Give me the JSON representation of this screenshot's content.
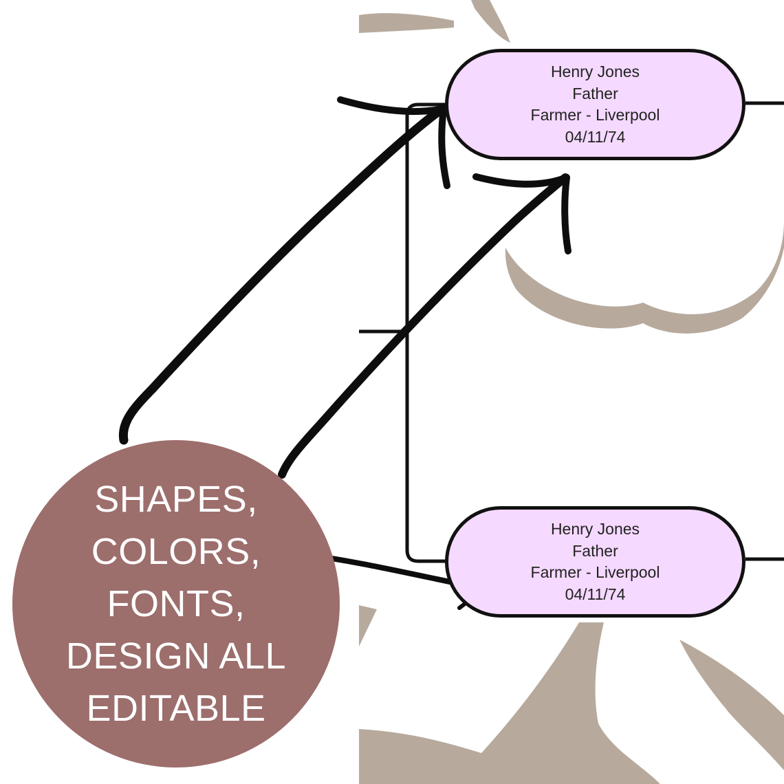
{
  "colors": {
    "background": "#ffffff",
    "node_fill": "#f5d9ff",
    "node_border": "#111111",
    "badge_fill": "#9c6e6c",
    "badge_text": "#ffffff",
    "ornament": "#b7aa9d",
    "line": "#111111",
    "arrow": "#0d0d0d"
  },
  "nodes": [
    {
      "lines": [
        "Henry Jones",
        "Father",
        "Farmer - Liverpool",
        "04/11/74"
      ]
    },
    {
      "lines": [
        "Henry Jones",
        "Father",
        "Farmer - Liverpool",
        "04/11/74"
      ]
    }
  ],
  "badge": {
    "lines": [
      "SHAPES,",
      "COLORS,",
      "FONTS,",
      "DESIGN ALL",
      "EDITABLE"
    ]
  },
  "icons": [
    "hand-drawn-arrow-icon"
  ]
}
